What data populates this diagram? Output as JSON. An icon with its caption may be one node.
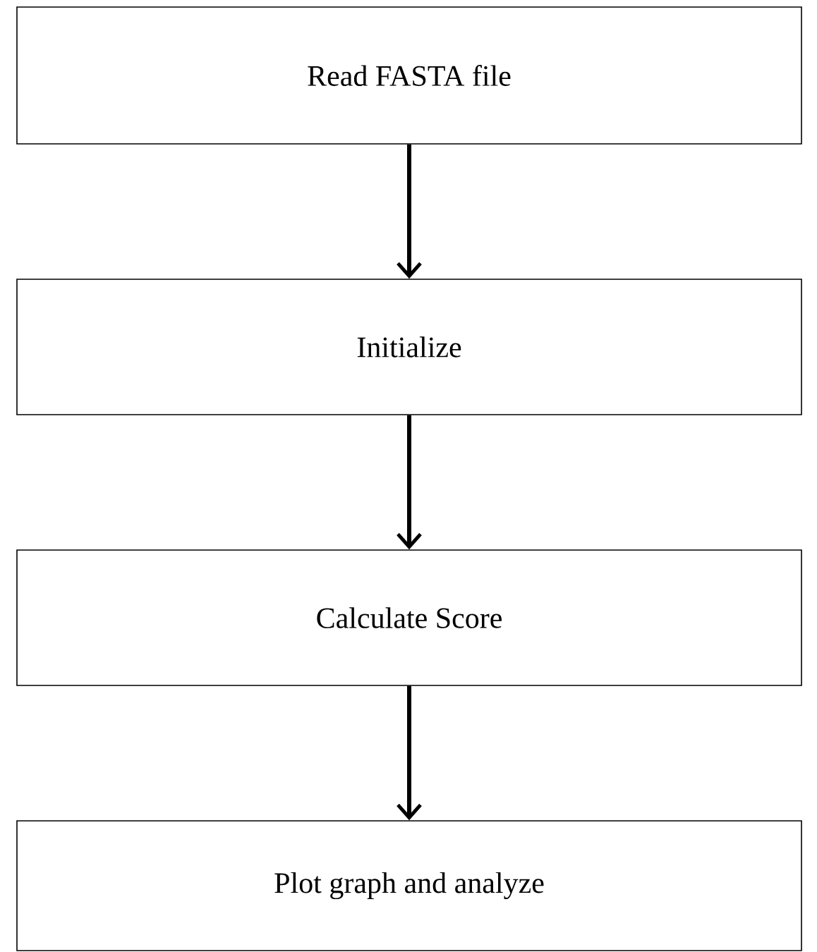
{
  "diagram": {
    "nodes": [
      {
        "text": [
          "Read FASTA file"
        ]
      },
      {
        "text": [
          "Initialize"
        ]
      },
      {
        "text": [
          "Calculate Score"
        ]
      },
      {
        "text": [
          "Plot graph and analyze"
        ]
      }
    ],
    "edges": [
      {
        "from": 0,
        "to": 1,
        "arrow": "to"
      },
      {
        "from": 1,
        "to": 2,
        "arrow": "to"
      },
      {
        "from": 2,
        "to": 3,
        "arrow": "to"
      }
    ]
  }
}
